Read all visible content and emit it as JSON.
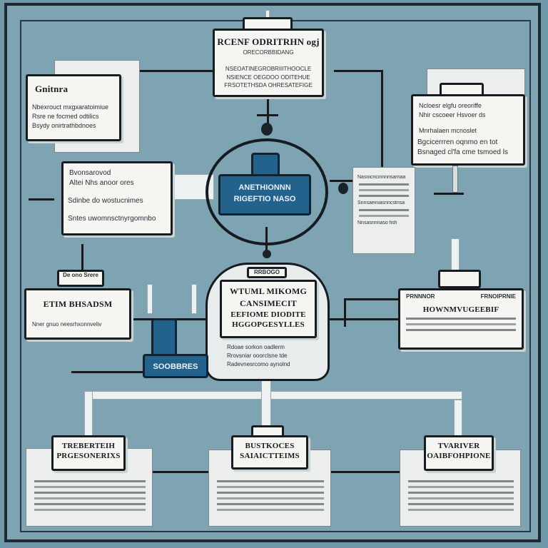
{
  "top_card": {
    "tab": "",
    "title": "RCENF ODRITRHN ogj",
    "subtitle": "ORECORBBIDANG",
    "line1": "NSEOATINEGROBRIIITHOOCLE",
    "line2": "NSIENCE OEGDOO ODITEHUE",
    "line3": "FRSOTETHSDA OHRESATEFIGE"
  },
  "left_top_card": {
    "title": "Gnitnra",
    "line1": "Nbexrouct mxgxaratoimiue",
    "line2": "Rsre ne focmed odtilics",
    "line3": "Bsydy onirtrathbdnoes"
  },
  "left_mid_card": {
    "line1": "Bvonsarovod",
    "line2": "Altei Nhs anoor ores",
    "line3": "Sdinbe do wostucnimes",
    "line4": "Sntes uwomnsctnyrgomnbo"
  },
  "right_top_card": {
    "tab": "",
    "line1": "Ncloesr elgfu oreoriffe",
    "line2": "Nhir cscoeer Hsvoer  ds",
    "line3": "Mnrhalaen mcnoslet",
    "line4": "Bgcicerrren oqnmo en tot",
    "line5": "Bsnaged cl'fa cme tsmoed ls"
  },
  "right_paper": {
    "line1": "Nasnicncinnnnsarnaa",
    "line2": "Snnsaeiniasnncstnsa",
    "line3": "Nnsasnnnaso  fisfi"
  },
  "center": {
    "badge_line1": "ANETHIONNN",
    "badge_line2": "RIGEFTIO NASO",
    "tab": "RRBOGO",
    "title_line1": "WTUML MIKOMG",
    "title_line2": "CANSIMECIT",
    "title_line3": "EEFIOME DIODITE",
    "title_line4": "HGGOPGESYLLES",
    "line1": "Rdoae  sorkon oadlerm",
    "line2": "Rrovsniar ooorclsne tde",
    "line3": "Radevnesrcomo aynolnd"
  },
  "left_low_card": {
    "tab": "De ono Srere",
    "title": "ETIM BHSADSM",
    "line1": "Nner gnuo neesrhxonnveliv"
  },
  "blue_button": {
    "label": "SOOBBRES"
  },
  "right_low_card": {
    "tab": "",
    "title_left": "PRNNNOR",
    "title_right": "FRNOIPRNIE",
    "subtitle": "HOWNMVUGEEBIF"
  },
  "bottom_left_card": {
    "line1": "TREBERTEIH",
    "line2": "PRGESONERIXS"
  },
  "bottom_mid_card": {
    "tab": "",
    "line1": "BUSTKOCES",
    "line2": "SAIAICTTEIMS"
  },
  "bottom_right_card": {
    "line1": "TVARIVER",
    "line2": "OAIBFOHPIONE"
  }
}
